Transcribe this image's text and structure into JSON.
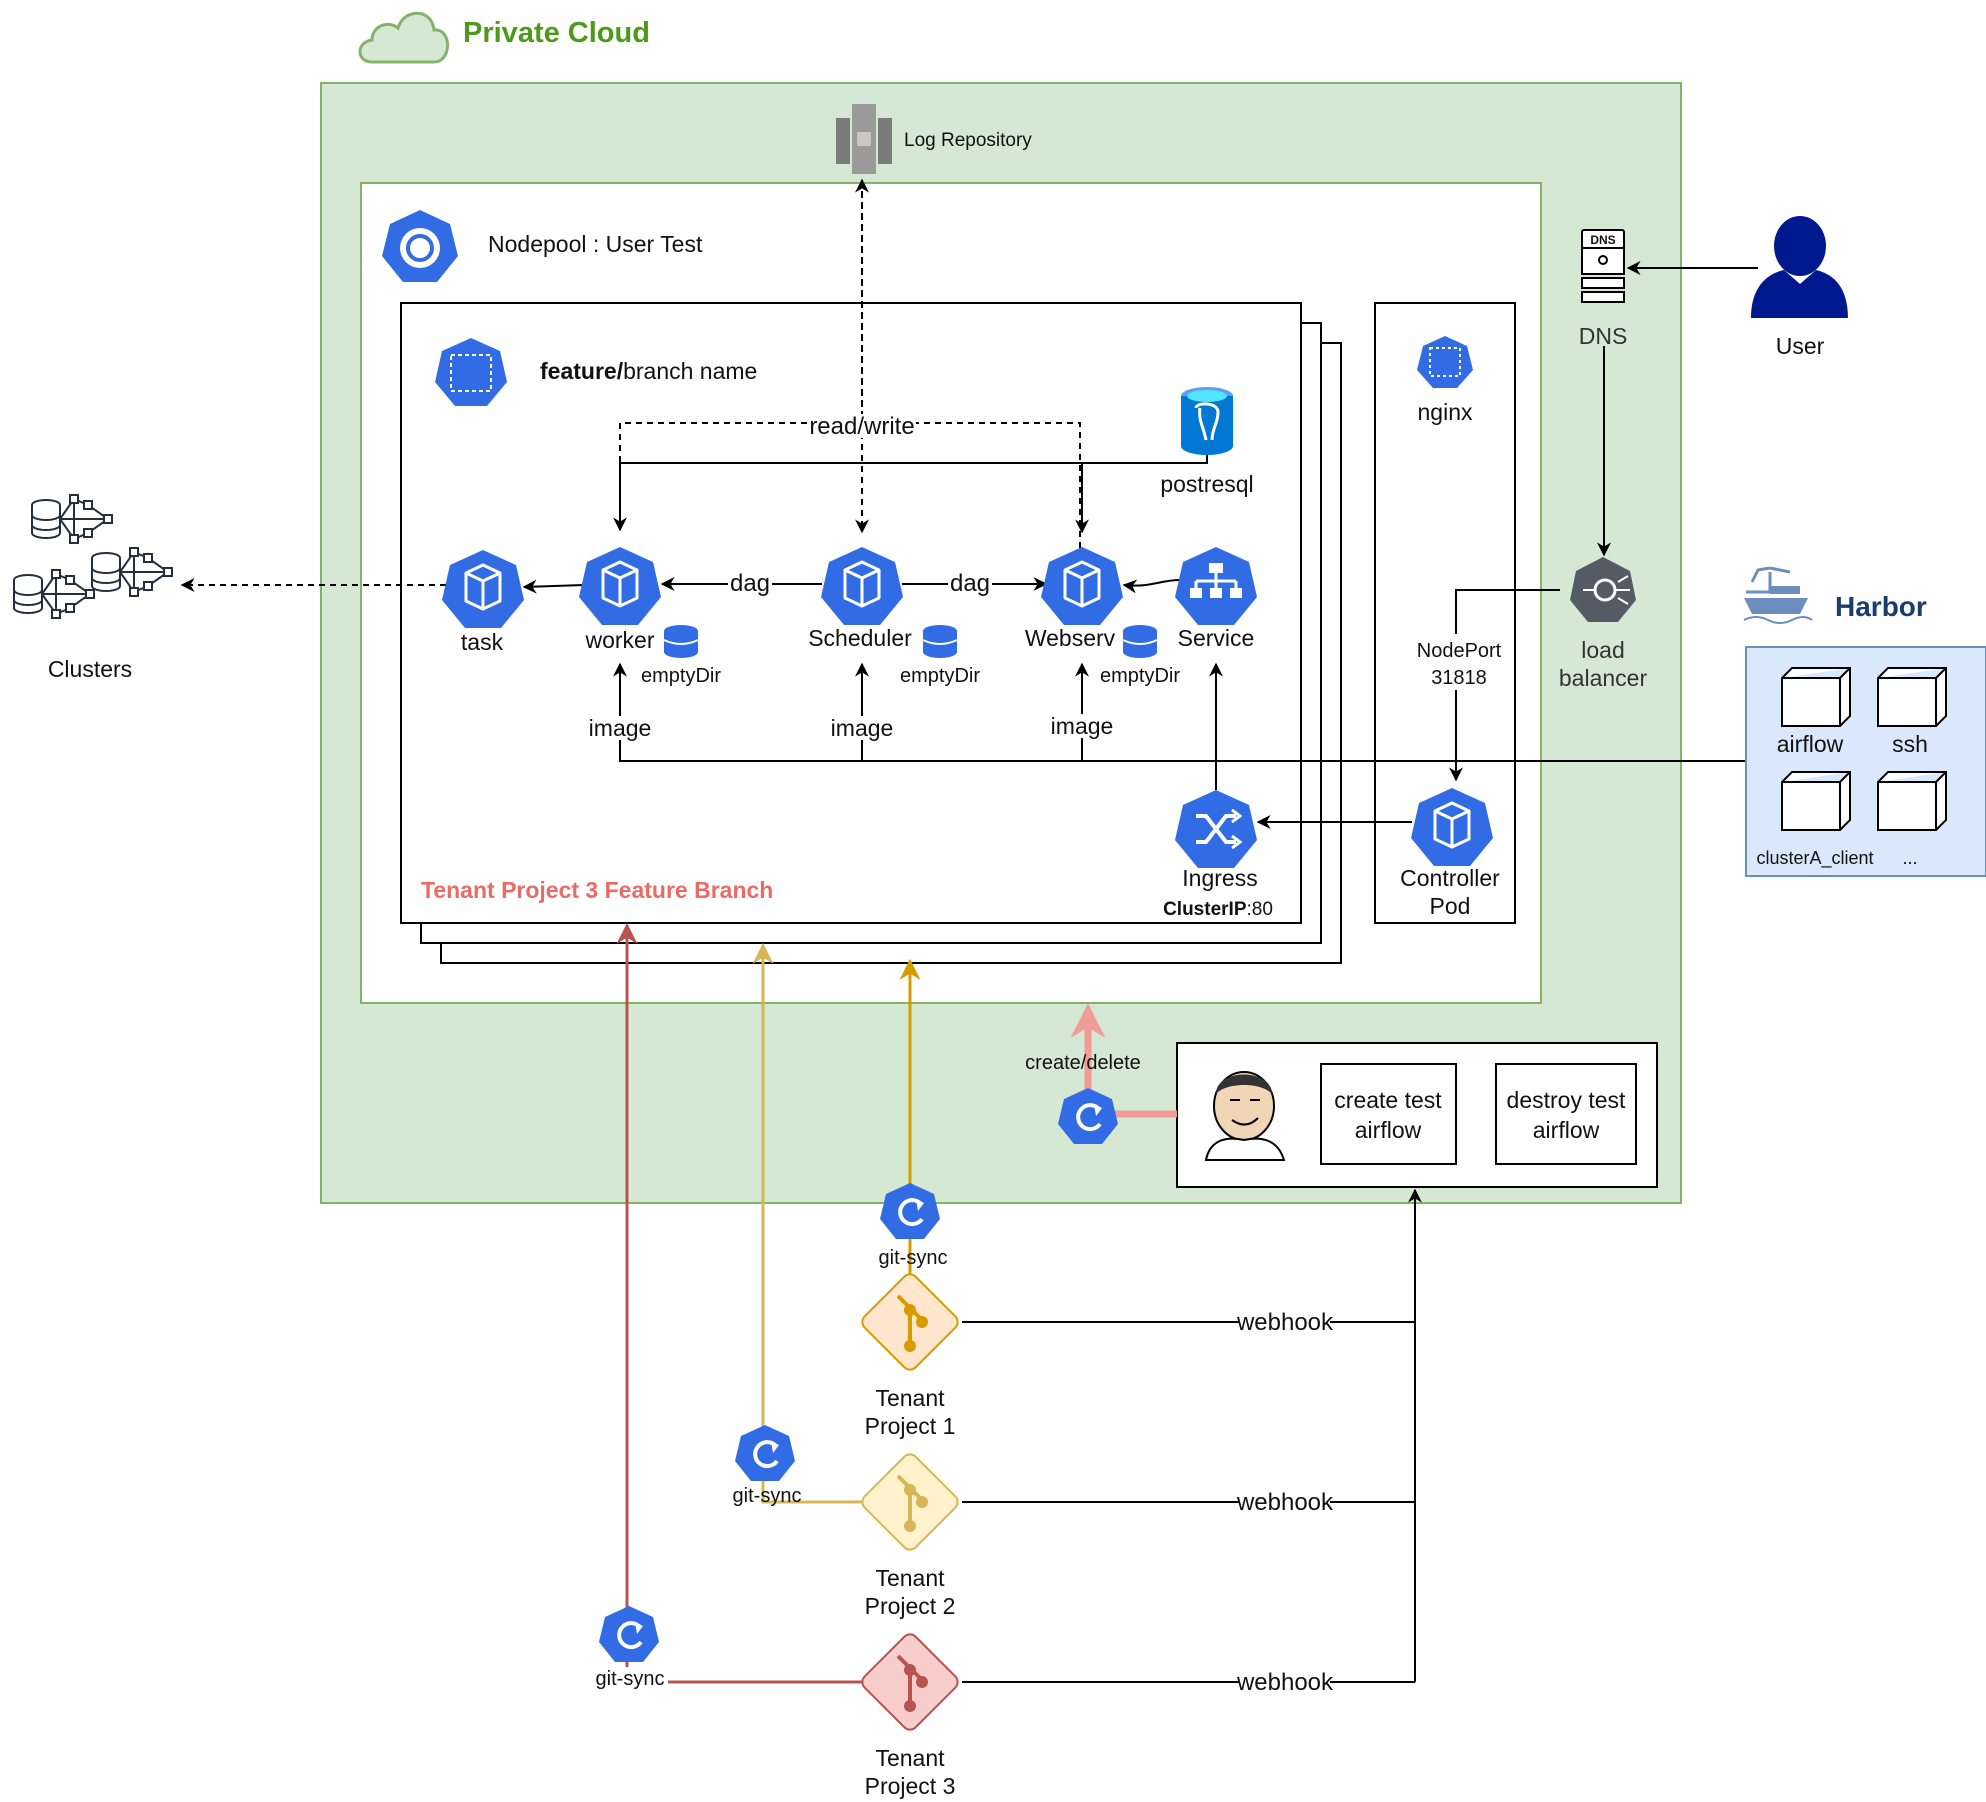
{
  "title": "Private Cloud",
  "log_repository": "Log Repository",
  "nodepool": "Nodepool : User Test",
  "branch": {
    "bold": "feature/",
    "rest": "branch name"
  },
  "tenant_feature_label": "Tenant Project 3 Feature Branch",
  "postgres": "postresql",
  "read_write": "read/write",
  "components": {
    "task": "task",
    "worker": "worker",
    "scheduler": "Scheduler",
    "webserver": "Webserv",
    "service": "Service",
    "ingress": "Ingress",
    "clusterip_bold": "ClusterIP",
    "clusterip_rest": ":80"
  },
  "dag": "dag",
  "empty_dir": "emptyDir",
  "image": "image",
  "nginx": "nginx",
  "nodeport": [
    "NodePort",
    "31818"
  ],
  "controller_pod": [
    "Controller",
    "Pod"
  ],
  "dns": "DNS",
  "dns_badge": "DNS",
  "user": "User",
  "load_balancer": [
    "load",
    "balancer"
  ],
  "harbor": {
    "title": "Harbor",
    "images": [
      "airflow",
      "ssh",
      "clusterA_client",
      "..."
    ]
  },
  "clusters": "Clusters",
  "create_delete": "create/delete",
  "jenkins_jobs": {
    "create": [
      "create test",
      "airflow"
    ],
    "destroy": [
      "destroy test",
      "airflow"
    ]
  },
  "git_sync": "git-sync",
  "webhook": "webhook",
  "tenants": [
    [
      "Tenant",
      "Project 1"
    ],
    [
      "Tenant",
      "Project 2"
    ],
    [
      "Tenant",
      "Project 3"
    ]
  ],
  "colors": {
    "cloud_fill": "#d5e8d4",
    "cloud_stroke": "#82b366",
    "cloud_title": "#4d9a1a",
    "k8s_blue": "#326ce5",
    "tenant_red": "#b85450",
    "tenant_yellow": "#d6b656",
    "tenant_orange": "#d79b00",
    "harbor_fill": "#dae8fc",
    "harbor_stroke": "#6c8ebf",
    "feature_label": "#ea6b66",
    "create_delete_arrow": "#f19c99"
  }
}
